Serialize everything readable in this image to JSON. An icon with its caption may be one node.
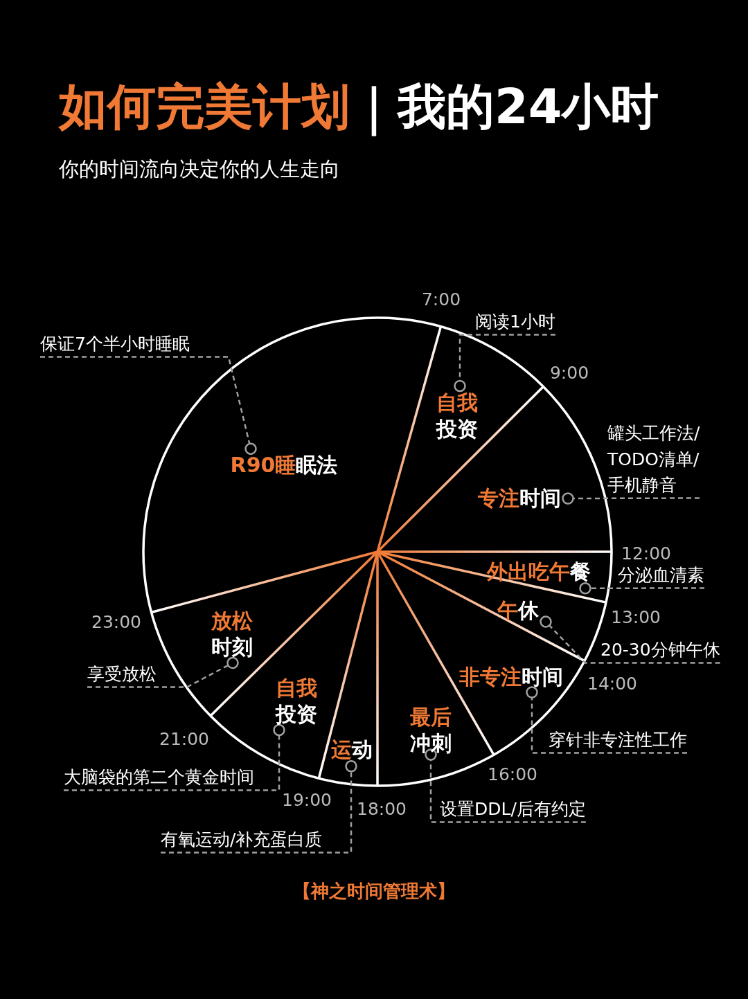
{
  "diagram": {
    "title": "**如何完美计划**｜我的24小时",
    "caption": "【神之时间管理术】",
    "nodes": [
      {
        "text": [
          "**R90睡**眠法"
        ]
      },
      {
        "text": [
          "**自我**投资"
        ]
      },
      {
        "text": [
          "**专注**时间"
        ]
      },
      {
        "text": [
          "**外出吃午**餐"
        ]
      },
      {
        "text": [
          "**午**休"
        ]
      },
      {
        "text": [
          "**非专注**时间"
        ]
      },
      {
        "text": [
          "**最后**冲刺"
        ]
      },
      {
        "text": [
          "**运**动"
        ]
      },
      {
        "text": [
          "**自我**投资"
        ]
      },
      {
        "text": [
          "**放松**时刻"
        ]
      },
      {
        "text": [
          "保证7个半小时睡眠"
        ]
      },
      {
        "text": [
          "阅读1小时"
        ]
      },
      {
        "text": [
          "罐头工作法/TODO清单/手机静音"
        ]
      },
      {
        "text": [
          "分泌血清素"
        ]
      },
      {
        "text": [
          "20-30分钟午休"
        ]
      },
      {
        "text": [
          "穿针非专注性工作"
        ]
      },
      {
        "text": [
          "设置DDL/后有约定"
        ]
      },
      {
        "text": [
          "有氧运动/补充蛋白质"
        ]
      },
      {
        "text": [
          "大脑袋的第二个黄金时间"
        ]
      },
      {
        "text": [
          "享受放松"
        ]
      }
    ],
    "edges": [
      {
        "from": 10,
        "to": 0,
        "arrow": "other"
      },
      {
        "from": 11,
        "to": 1,
        "arrow": "other"
      },
      {
        "from": 12,
        "to": 2,
        "arrow": "other"
      },
      {
        "from": 13,
        "to": 3,
        "arrow": "other"
      },
      {
        "from": 14,
        "to": 4,
        "arrow": "other"
      },
      {
        "from": 15,
        "to": 5,
        "arrow": "other"
      },
      {
        "from": 16,
        "to": 6,
        "arrow": "other"
      },
      {
        "from": 17,
        "to": 7,
        "arrow": "other"
      },
      {
        "from": 18,
        "to": 8,
        "arrow": "other"
      },
      {
        "from": 19,
        "to": 9,
        "arrow": "other"
      }
    ],
    "labels": [
      "你的时间流向决定你的人生走向",
      "7:00",
      "9:00",
      "12:00",
      "13:00",
      "23:00",
      "14:00",
      "21:00",
      "16:00",
      "19:00",
      "18:00"
    ]
  }
}
